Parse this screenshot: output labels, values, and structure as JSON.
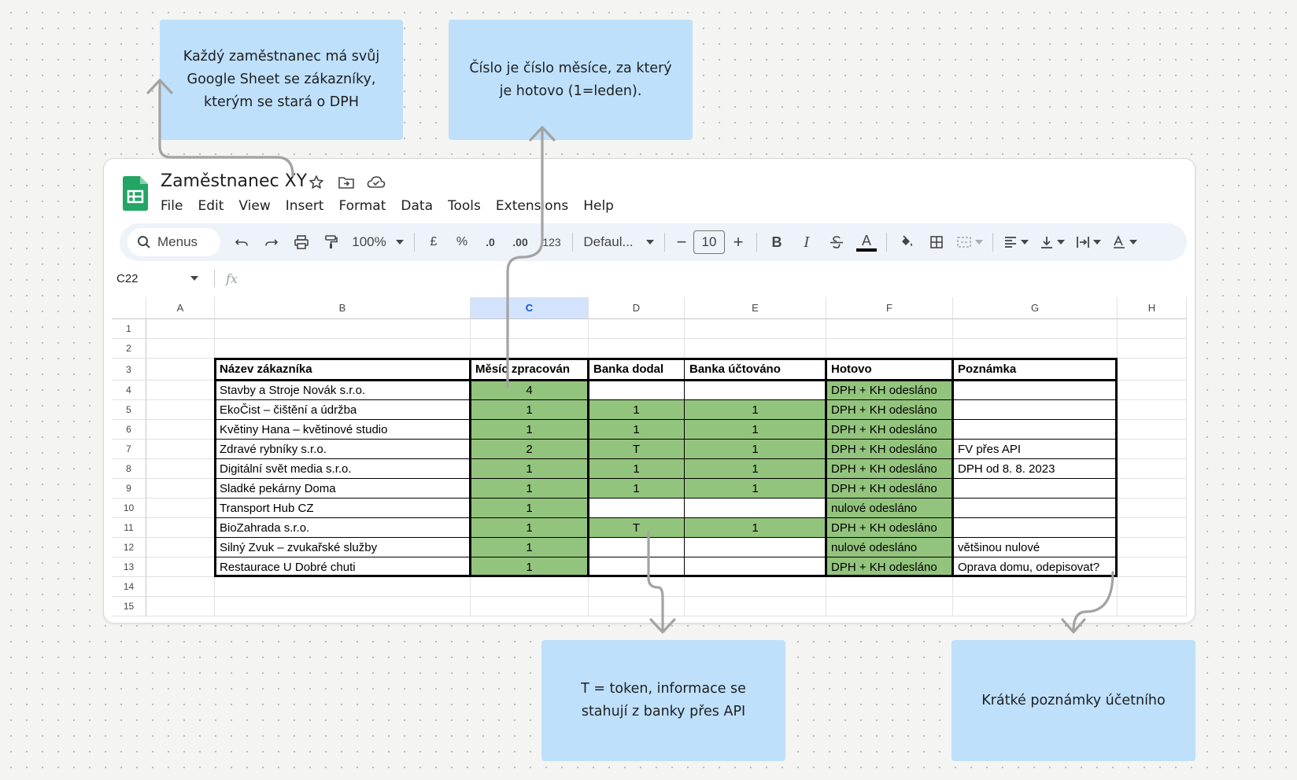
{
  "notes": {
    "employee_sheet": [
      "Každý zaměstnanec má svůj",
      "Google Sheet se zákazníky,",
      "kterým se stará o DPH"
    ],
    "month_number": [
      "Číslo je číslo měsíce, za který",
      "je hotovo (1=leden)."
    ],
    "token": [
      "T = token, informace se",
      "stahují z banky přes API"
    ],
    "short_notes": [
      "Krátké poznámky účetního"
    ]
  },
  "sheet": {
    "title": "Zaměstnanec XY",
    "menu": [
      "File",
      "Edit",
      "View",
      "Insert",
      "Format",
      "Data",
      "Tools",
      "Extensions",
      "Help"
    ],
    "toolbar": {
      "search_label": "Menus",
      "zoom": "100%",
      "currency": "£",
      "percent": "%",
      "dec_decrease": ".0",
      "dec_increase": ".00",
      "number_format": "123",
      "font": "Defaul...",
      "font_size": "10",
      "bold": "B",
      "italic": "I",
      "text_color": "A"
    },
    "name_box": "C22",
    "fx_label": "fx",
    "selected_column": "C",
    "columns": [
      "A",
      "B",
      "C",
      "D",
      "E",
      "F",
      "G",
      "H"
    ],
    "row_numbers": [
      "1",
      "2",
      "3",
      "4",
      "5",
      "6",
      "7",
      "8",
      "9",
      "10",
      "11",
      "12",
      "13",
      "14",
      "15"
    ],
    "table": {
      "headers": [
        "Název zákazníka",
        "Měsíc zpracován",
        "Banka dodal",
        "Banka účtováno",
        "Hotovo",
        "Poznámka"
      ],
      "rows": [
        [
          "Stavby a Stroje Novák s.r.o.",
          "4",
          "",
          "",
          "DPH + KH odesláno",
          ""
        ],
        [
          "EkoČist – čištění a údržba",
          "1",
          "1",
          "1",
          "DPH + KH odesláno",
          ""
        ],
        [
          "Květiny Hana – květinové studio",
          "1",
          "1",
          "1",
          "DPH + KH odesláno",
          ""
        ],
        [
          "Zdravé rybníky s.r.o.",
          "2",
          "T",
          "1",
          "DPH + KH odesláno",
          "FV přes API"
        ],
        [
          "Digitální svět media s.r.o.",
          "1",
          "1",
          "1",
          "DPH + KH odesláno",
          "DPH od 8. 8. 2023"
        ],
        [
          "Sladké pekárny Doma",
          "1",
          "1",
          "1",
          "DPH + KH odesláno",
          ""
        ],
        [
          "Transport Hub CZ",
          "1",
          "",
          "",
          "nulové odesláno",
          ""
        ],
        [
          "BioZahrada s.r.o.",
          "1",
          "T",
          "1",
          "DPH + KH odesláno",
          ""
        ],
        [
          "Silný Zvuk – zvukařské služby",
          "1",
          "",
          "",
          "nulové odesláno",
          "většinou nulové"
        ],
        [
          "Restaurace U Dobré chuti",
          "1",
          "",
          "",
          "DPH + KH odesláno",
          "Oprava domu, odepisovat?"
        ]
      ]
    }
  },
  "colors": {
    "note_bg": "#bee0fb",
    "green_cell": "#93c47d",
    "toolbar_bg": "#eef2f9",
    "selected_col": "#d3e3fd",
    "connector": "#a3a3a3"
  }
}
